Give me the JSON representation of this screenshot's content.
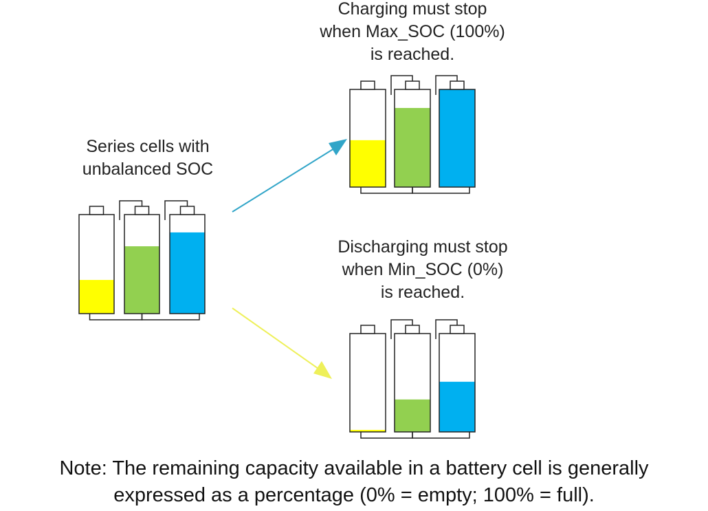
{
  "labels": {
    "unbalanced": [
      "Series cells with",
      "unbalanced SOC"
    ],
    "charge": [
      "Charging must stop",
      "when Max_SOC (100%)",
      "is reached."
    ],
    "discharge": [
      "Discharging must stop",
      "when Min_SOC (0%)",
      "is reached."
    ]
  },
  "note": [
    "Note: The remaining capacity available in a battery cell is generally",
    "expressed as a percentage (0% = empty; 100% = full)."
  ],
  "colors": {
    "yellow": "#ffff00",
    "green": "#92d050",
    "blue": "#00b0f0",
    "arrow_charge": "#31a5c8",
    "arrow_discharge": "#eef05a",
    "outline": "#222222"
  },
  "battery_groups": [
    {
      "name": "unbalanced",
      "levels": [
        0.34,
        0.68,
        0.82
      ]
    },
    {
      "name": "charged",
      "levels": [
        0.48,
        0.81,
        1.0
      ]
    },
    {
      "name": "discharged",
      "levels": [
        0.02,
        0.33,
        0.51
      ]
    }
  ]
}
